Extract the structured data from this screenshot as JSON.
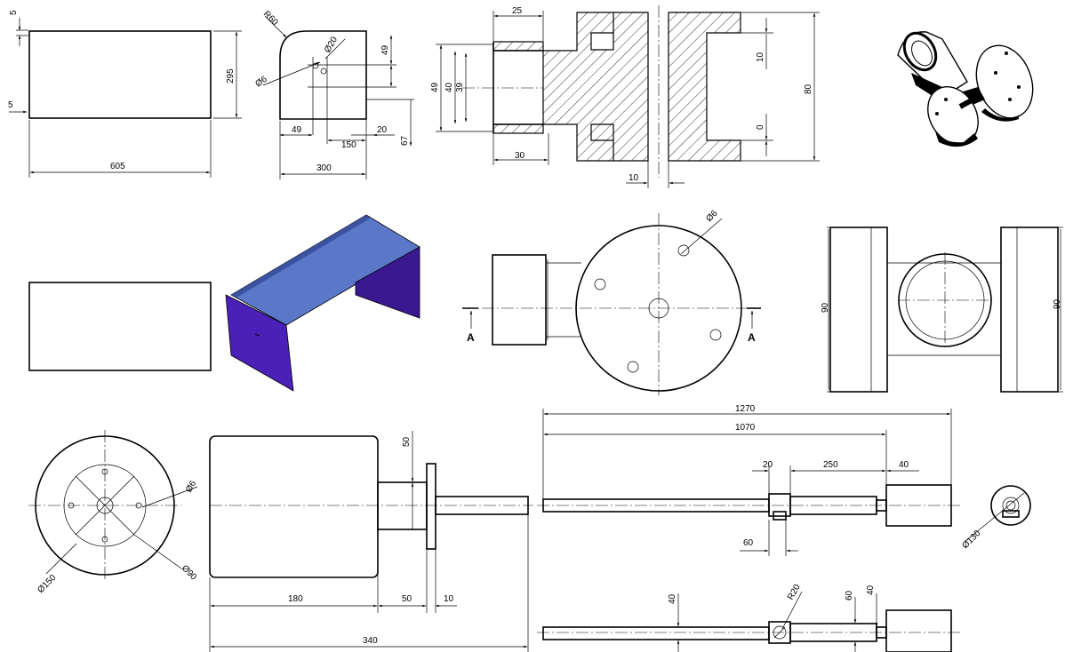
{
  "labels": {
    "d1_5_top": "5",
    "d1_5_left": "5",
    "d1_295": "295",
    "d1_605": "605",
    "d2_r60": "R60",
    "d2_phi20": "Ø20",
    "d2_phi6": "Ø6",
    "d2_49_right": "49",
    "d2_49_bottom": "49",
    "d2_150": "150",
    "d2_20": "20",
    "d2_67": "67",
    "d2_300": "300",
    "d3_25": "25",
    "d3_49": "49",
    "d3_40": "40",
    "d3_39": "39",
    "d3_30": "30",
    "d3_10_bottom": "10",
    "d3_10_right": "10",
    "d3_0_right": "0",
    "d3_80": "80",
    "d5_phi6": "Ø6",
    "d5_section_left": "A",
    "d5_section_right": "A",
    "d6_90_left": "90",
    "d6_90_right": "90",
    "d7_phi6": "Ø6",
    "d7_phi90": "Ø90",
    "d7_phi150": "Ø150",
    "d8_50": "50",
    "d8_180": "180",
    "d8_50_bottom": "50",
    "d8_10": "10",
    "d8_340": "340",
    "d9_1270": "1270",
    "d9_1070": "1070",
    "d9_20": "20",
    "d9_250": "250",
    "d9_40": "40",
    "d9_60": "60",
    "d9_phi130": "Ø130",
    "d10_40_left": "40",
    "d10_r20": "R20",
    "d10_60": "60",
    "d10_40_right": "40"
  },
  "colors": {
    "sheet_top": "#5b78c8",
    "sheet_side": "#4a20b8",
    "sheet_side_dark": "#3a1890",
    "ink": "#000000"
  }
}
